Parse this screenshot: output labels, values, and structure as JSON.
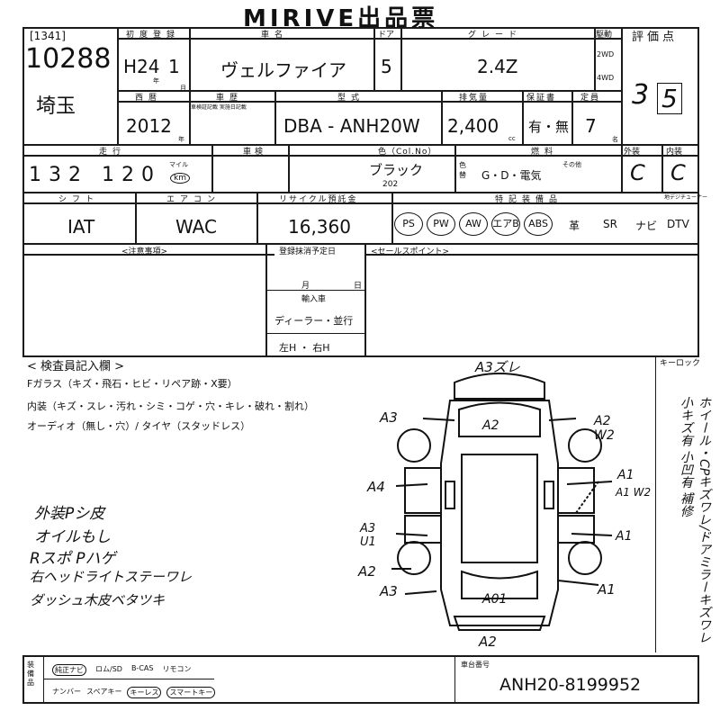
{
  "header": {
    "title": "MIRIVE出品票",
    "lot_code": "[1341]",
    "lot_number": "10288",
    "region": "埼玉"
  },
  "labels": {
    "first_reg": "初度登録",
    "year_mark": "年",
    "month_mark": "月",
    "year_mark_b": "年",
    "model_name": "車名",
    "doors": "ドア",
    "grade": "グレード",
    "drive": "駆動",
    "drive_2wd": "2WD",
    "drive_4wd": "4WD",
    "rating": "評価点",
    "seireki": "西暦",
    "shaken": "車歴",
    "shaken_note": "車検証記載 実施日記載",
    "model_code": "型式",
    "displacement": "排気量",
    "cc": "cc",
    "warranty": "保証書",
    "capacity": "定員",
    "person": "名",
    "mileage": "走行",
    "mile_km": "マイル",
    "km": "km",
    "shaken_date": "車検",
    "color": "色（Col.No）",
    "color_repaint": "色替",
    "fuel": "燃料",
    "fuel_other": "その他",
    "exterior": "外装",
    "interior": "内装",
    "shift": "シフト",
    "aircon": "エアコン",
    "recycle": "リサイクル預託金",
    "equipment": "特記装備品",
    "tuner": "地デジチューナー",
    "notes": "<注意事項>",
    "reg_period": "登録抹消予定日",
    "month": "月",
    "day": "日",
    "import": "輸入車",
    "dealer": "ディーラー・並行",
    "steering": "左H ・ 右H",
    "sales_point": "<セールスポイント>",
    "inspector": "< 検査員記入欄 >",
    "keylock": "キーロック",
    "bottom_label": "装備品",
    "serial": "車台番号"
  },
  "vehicle": {
    "era_year": "H24",
    "month": "1",
    "name": "ヴェルファイア",
    "doors": "5",
    "grade": "2.4Z",
    "western_year": "2012",
    "model_code": "DBA - ANH20W",
    "displacement": "2,400",
    "warranty_choice": "有・無",
    "capacity": "7",
    "mileage": "132 120",
    "color": "ブラック",
    "color_no": "202",
    "fuel_choice": "G・D・電気",
    "ext_grade": "C",
    "int_grade": "C",
    "shift": "IAT",
    "aircon": "WAC",
    "recycle": "16,360",
    "rating_main": "3",
    "rating_sub": "5",
    "chassis_no": "ANH20-8199952"
  },
  "equipment": [
    "PS",
    "PW",
    "AW",
    "エアB",
    "ABS",
    "革",
    "SR",
    "ナビ",
    "DTV"
  ],
  "inspector_lines": [
    "Fガラス（キズ・飛石・ヒビ・リペア跡・X要）",
    "内装（キズ・スレ・汚れ・シミ・コゲ・穴・キレ・破れ・割れ）",
    "オーディオ（無し・穴）/ タイヤ（スタッドレス）"
  ],
  "handwritten_notes": [
    "外装Pシ皮",
    "オイルもし",
    "Rスポ Pハゲ",
    "右ヘッドライトステーワレ",
    "ダッシュ木皮ベタツキ"
  ],
  "side_note": "ホイール・CPキズワレ/ドアミラーキズワレ 小キズ有 小凹有 補修",
  "damage_marks": [
    "A3ズレ",
    "A3",
    "A2",
    "A2 W2",
    "A4",
    "A1",
    "A1 W2",
    "A1",
    "A3 U1",
    "A2",
    "A3",
    "A1",
    "A01",
    "A2"
  ],
  "bottom_options": [
    "純正ナビ",
    "ロム/SD",
    "B-CAS",
    "リモコン",
    "ナンバー",
    "スペアキー",
    "キーレス",
    "スマートキー"
  ]
}
